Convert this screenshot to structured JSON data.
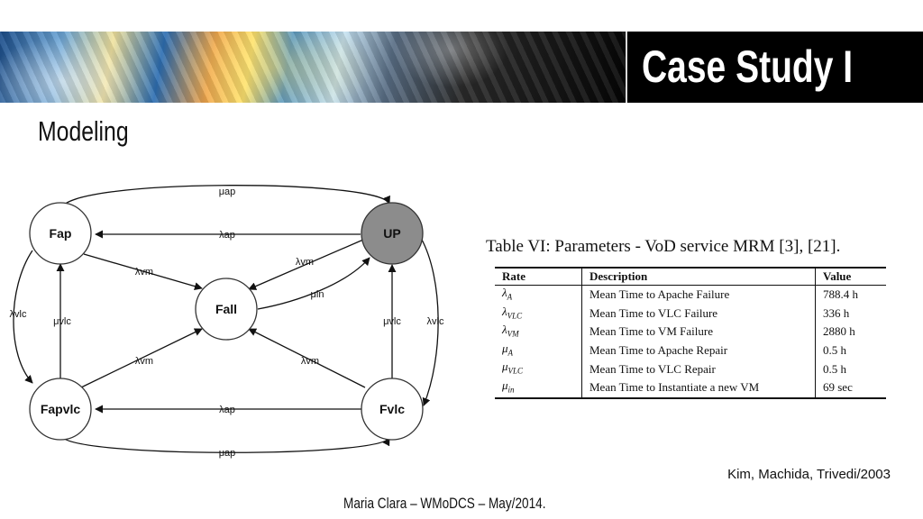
{
  "header": {
    "title": "Case Study I"
  },
  "subtitle": "Modeling",
  "diagram": {
    "nodes": {
      "fap": "Fap",
      "up": "UP",
      "fall": "Fall",
      "fapvlc": "Fapvlc",
      "fvlc": "Fvlc"
    },
    "edges": {
      "fap_to_up": "μap",
      "up_to_fap": "λap",
      "fap_to_fall": "λvm",
      "up_to_fall": "λvm",
      "fall_to_up": "μin",
      "fapvlc_to_fall": "λvm",
      "fvlc_to_fall": "λvm",
      "fap_to_fapvlc": "λvlc",
      "fapvlc_to_fap": "μvlc",
      "up_to_fvlc": "λvlc",
      "fvlc_to_up": "μvlc",
      "fvlc_to_fapvlc": "λap",
      "fapvlc_to_fvlc": "μap"
    },
    "colors": {
      "up_fill": "#8c8c8c",
      "node_fill": "#ffffff"
    }
  },
  "table": {
    "caption": "Table VI: Parameters - VoD service MRM [3], [21].",
    "headers": [
      "Rate",
      "Description",
      "Value"
    ],
    "rows": [
      {
        "symbol": "λ",
        "sub": "A",
        "description": "Mean Time to Apache Failure",
        "value": "788.4 h"
      },
      {
        "symbol": "λ",
        "sub": "VLC",
        "description": "Mean Time to VLC Failure",
        "value": "336 h"
      },
      {
        "symbol": "λ",
        "sub": "VM",
        "description": "Mean Time to VM Failure",
        "value": "2880 h"
      },
      {
        "symbol": "μ",
        "sub": "A",
        "description": "Mean Time to Apache Repair",
        "value": "0.5 h"
      },
      {
        "symbol": "μ",
        "sub": "VLC",
        "description": "Mean Time to VLC Repair",
        "value": "0.5 h"
      },
      {
        "symbol": "μ",
        "sub": "in",
        "description": "Mean Time to Instantiate a new VM",
        "value": "69 sec"
      }
    ]
  },
  "credit": "Kim, Machida, Trivedi/2003",
  "footer": "Maria Clara – WMoDCS – May/2014."
}
